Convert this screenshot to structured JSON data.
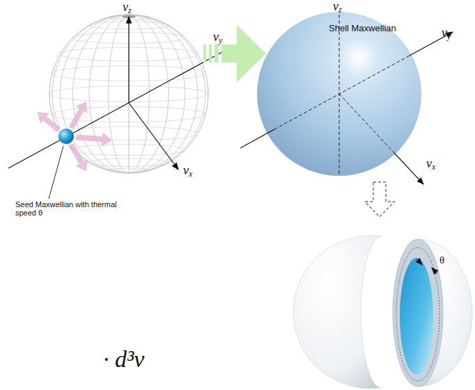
{
  "diagram": {
    "labels": [
      "vz",
      "vy",
      "vx",
      "Seed Maxwellian with thermal speed θ",
      "vz",
      "vy",
      "Shell Maxwellian",
      "vx",
      "θ",
      "· d³v"
    ]
  }
}
